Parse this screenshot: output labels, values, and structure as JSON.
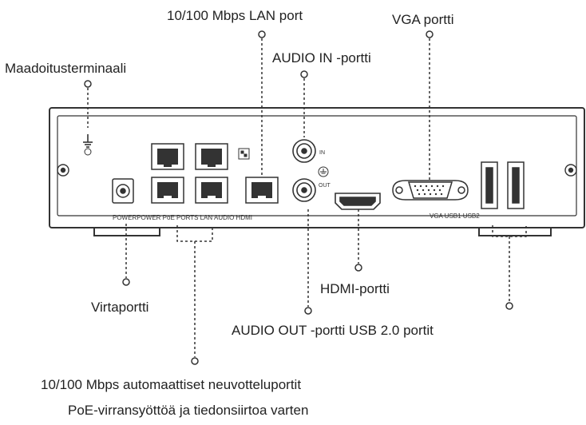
{
  "callouts": {
    "lan_port": "10/100 Mbps LAN port",
    "vga": "VGA portti",
    "ground": "Maadoitusterminaali",
    "audio_in": "AUDIO IN -portti",
    "virta": "Virtaportti",
    "hdmi": "HDMI-portti",
    "audio_out_usb": "AUDIO OUT -portti USB 2.0 portit",
    "poe_line1": "10/100 Mbps automaattiset neuvotteluportit",
    "poe_line2": "PoE-virransyöttöä ja tiedonsiirtoa varten"
  },
  "panel_labels": {
    "row": "POWERPOWER PoE  PORTS LAN AUDIO HDMI",
    "row2": "VGA USB1 USB2",
    "in": "IN",
    "out": "OUT"
  },
  "colors": {
    "line": "#333333",
    "chassis": "#ffffff",
    "text": "#222222"
  }
}
